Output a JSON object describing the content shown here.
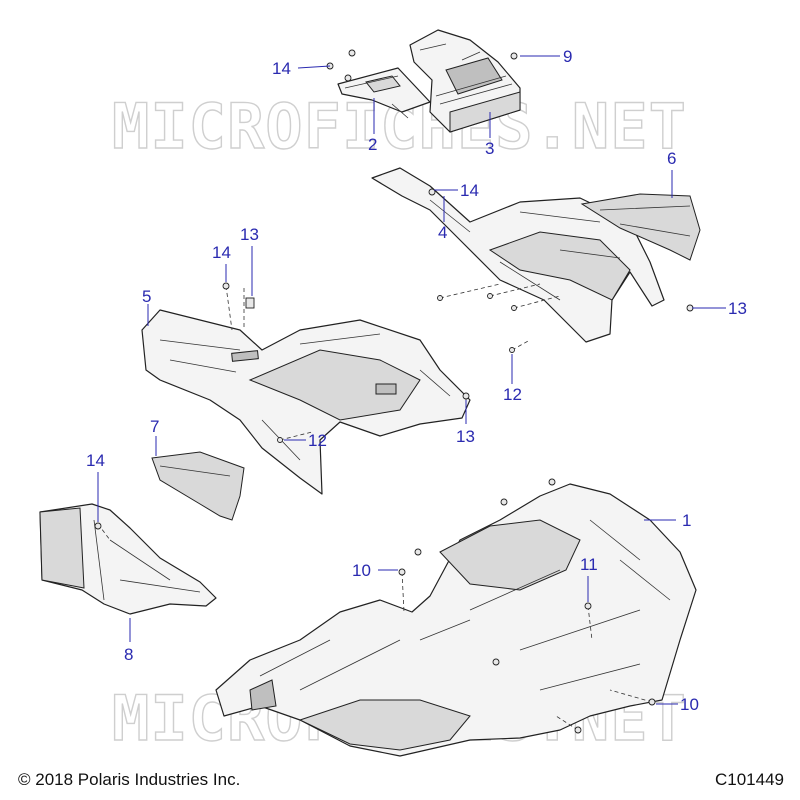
{
  "watermark": "MICROFICHES.NET",
  "footer": {
    "copyright": "© 2018 Polaris Industries Inc.",
    "diagram_code": "C101449"
  },
  "callouts": {
    "c1": "1",
    "c2": "2",
    "c3": "3",
    "c4": "4",
    "c5": "5",
    "c6": "6",
    "c7": "7",
    "c8": "8",
    "c9": "9",
    "c10a": "10",
    "c10b": "10",
    "c11": "11",
    "c12a": "12",
    "c12b": "12",
    "c13a": "13",
    "c13b": "13",
    "c13c": "13",
    "c14a": "14",
    "c14b": "14",
    "c14c": "14",
    "c14d": "14"
  },
  "colors": {
    "callout": "#2a2ab0",
    "line": "#222222",
    "watermark": "#cfcfcf"
  }
}
